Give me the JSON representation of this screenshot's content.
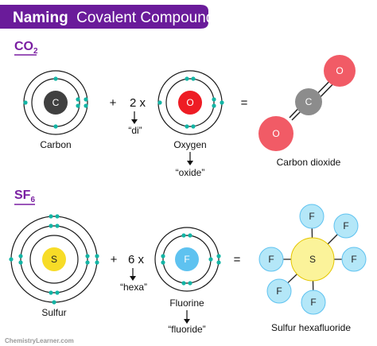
{
  "title": {
    "bold": "Naming",
    "rest": "Covalent Compounds"
  },
  "co2": {
    "formula_main": "CO",
    "formula_sub": "2",
    "carbon": {
      "symbol": "C",
      "name": "Carbon"
    },
    "plus": "+",
    "multiplier": "2 x",
    "prefix": "“di”",
    "oxygen": {
      "symbol": "O",
      "name": "Oxygen"
    },
    "suffix": "“oxide”",
    "equals": "=",
    "molecule": {
      "center": "C",
      "top": "O",
      "bottom": "O"
    },
    "product": "Carbon dioxide"
  },
  "sf6": {
    "formula_main": "SF",
    "formula_sub": "6",
    "sulfur": {
      "symbol": "S",
      "name": "Sulfur"
    },
    "plus": "+",
    "multiplier": "6 x",
    "prefix": "“hexa”",
    "fluorine": {
      "symbol": "F",
      "name": "Fluorine"
    },
    "suffix": "“fluoride”",
    "equals": "=",
    "molecule": {
      "center": "S",
      "ligands": [
        "F",
        "F",
        "F",
        "F",
        "F",
        "F"
      ]
    },
    "product": "Sulfur hexafluoride"
  },
  "watermark": "ChemistryLearner.com",
  "colors": {
    "title_bg": "#6a1b9a",
    "formula": "#7a1fa2",
    "electron": "#13b5a5",
    "carbon": "#404040",
    "oxygen": "#ee1c24",
    "oxygen_ball": "#f15b66",
    "sulfur": "#f7dc27",
    "sulfur_ball": "#fbf39a",
    "fluorine": "#5ec2f0",
    "fluorine_ball": "#b4e7f8"
  }
}
